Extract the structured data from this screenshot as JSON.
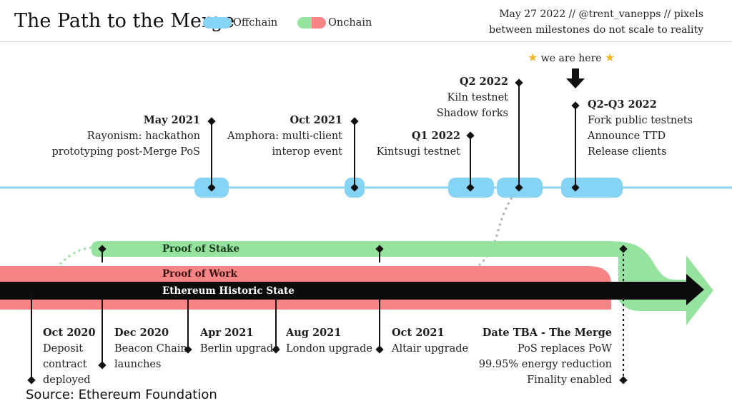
{
  "header": {
    "title": "The Path to the Merge",
    "legend": [
      {
        "label": "Offchain",
        "color": "#86d4f5"
      },
      {
        "label": "Onchain",
        "color_left": "#96e29f",
        "color_right": "#f78585"
      }
    ],
    "byline_line1": "May 27 2022 // @trent_vanepps // pixels",
    "byline_line2": "between milestones do not scale to reality"
  },
  "offchain_events": [
    {
      "title": "May 2021",
      "lines": [
        "Rayonism: hackathon",
        "prototyping post-Merge PoS"
      ]
    },
    {
      "title": "Oct 2021",
      "lines": [
        "Amphora: multi-client",
        "interop event"
      ]
    },
    {
      "title": "Q1 2022",
      "lines": [
        "Kintsugi testnet"
      ]
    },
    {
      "title": "Q2 2022",
      "lines": [
        "Kiln testnet",
        "Shadow forks"
      ]
    },
    {
      "title": "Q2-Q3 2022",
      "lines": [
        "Fork public testnets",
        "Announce TTD",
        "Release clients"
      ]
    }
  ],
  "current_marker": {
    "star": "★",
    "label": "we are here"
  },
  "bands": {
    "proof_of_stake": "Proof of Stake",
    "proof_of_work": "Proof of Work",
    "historic_state": "Ethereum Historic State"
  },
  "onchain_events": [
    {
      "title": "Oct 2020",
      "lines": [
        "Deposit",
        "contract",
        "deployed"
      ]
    },
    {
      "title": "Dec 2020",
      "lines": [
        "Beacon Chain",
        "launches"
      ]
    },
    {
      "title": "Apr 2021",
      "lines": [
        "Berlin upgrade"
      ]
    },
    {
      "title": "Aug 2021",
      "lines": [
        "London upgrade"
      ]
    },
    {
      "title": "Oct 2021",
      "lines": [
        "Altair upgrade"
      ]
    },
    {
      "title": "Date TBA - The Merge",
      "lines": [
        "PoS replaces PoW",
        "99.95% energy reduction",
        "Finality enabled"
      ]
    }
  ],
  "colors": {
    "offchain_blue": "#86d4f5",
    "pos_green": "#96e29f",
    "pow_red": "#f78585",
    "state_black": "#0b0b0b"
  },
  "source": "Source: Ethereum Foundation"
}
